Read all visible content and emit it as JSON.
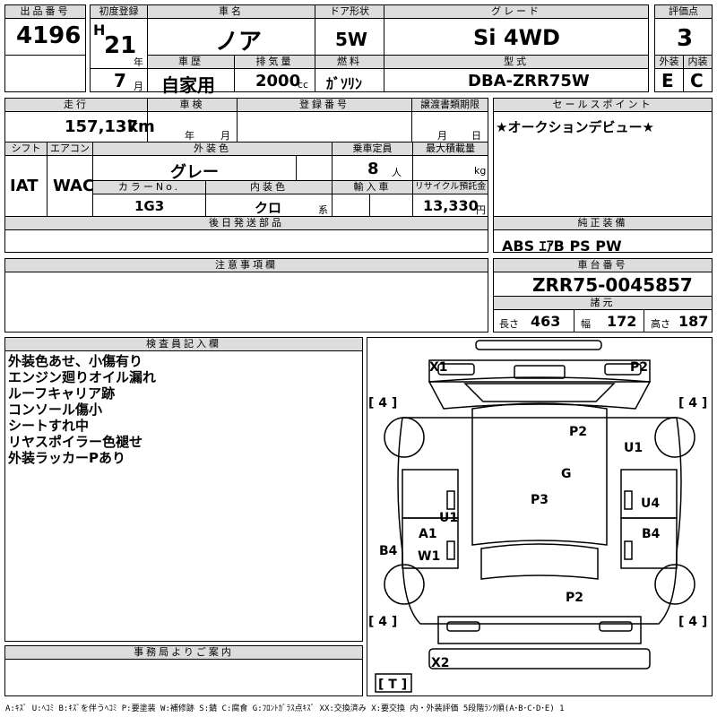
{
  "header": {
    "lot_label": "出品番号",
    "lot": "4196",
    "first_reg_label": "初度登録",
    "era": "H",
    "year": "21",
    "year_unit": "年",
    "month": "7",
    "month_unit": "月",
    "name_label": "車名",
    "name": "ノア",
    "history_label": "車歴",
    "history": "自家用",
    "displacement_label": "排気量",
    "displacement": "2000",
    "displacement_unit": "cc",
    "doors_label": "ドア形状",
    "doors": "5W",
    "fuel_label": "燃料",
    "fuel": "ｶﾞｿﾘﾝ",
    "grade_label": "グレード",
    "grade": "Si 4WD",
    "model_label": "型式",
    "model": "DBA-ZRR75W",
    "score_label": "評価点",
    "score": "3",
    "ext_label": "外装",
    "int_label": "内装",
    "ext_score": "E",
    "int_score": "C"
  },
  "row2": {
    "mileage_label": "走行",
    "mileage": "157,137",
    "mileage_unit": "km",
    "inspection_label": "車検",
    "insp_year_unit": "年",
    "insp_month_unit": "月",
    "reg_no_label": "登録番号",
    "transfer_label": "譲渡書類期限",
    "transfer_month_unit": "月",
    "transfer_day_unit": "日",
    "shift_label": "シフト",
    "shift": "IAT",
    "ac_label": "エアコン",
    "ac": "WAC",
    "exterior_color_label": "外装色",
    "exterior_color": "グレー",
    "capacity_label": "乗車定員",
    "capacity": "8",
    "capacity_unit": "人",
    "max_load_label": "最大積載量",
    "max_load_unit": "kg",
    "color_no_label": "カラーNo.",
    "color_no": "1G3",
    "interior_color_label": "内装色",
    "interior_color": "クロ",
    "interior_unit": "系",
    "import_label": "輸入車",
    "recycle_label": "リサイクル預託金",
    "recycle": "13,330",
    "recycle_unit": "円",
    "sales_point_label": "セールスポイント",
    "sales_point": "★オークションデビュー★",
    "later_parts_label": "後日発送部品",
    "equipment_label": "純正装備",
    "equipment": "ABS ｴｱB PS PW"
  },
  "notes": {
    "caution_label": "注意事項欄",
    "chassis_label": "車台番号",
    "chassis": "ZRR75-0045857",
    "dims_label": "諸元",
    "length_label": "長さ",
    "length": "463",
    "width_label": "幅",
    "width": "172",
    "height_label": "高さ",
    "height": "187",
    "inspector_label": "検査員記入欄",
    "inspector_lines": [
      "外装色あせ、小傷有り",
      "エンジン廻りオイル漏れ",
      "ルーフキャリア跡",
      "コンソール傷小",
      "シートすれ中",
      "リヤスポイラー色褪せ",
      "外装ラッカーPあり"
    ],
    "office_label": "事務局よりご案内"
  },
  "diagram": {
    "marks": [
      "X1",
      "P2",
      "P2",
      "U1",
      "G",
      "P3",
      "U1",
      "U4",
      "A1",
      "W1",
      "B4",
      "B4",
      "P2",
      "X2"
    ],
    "tire_labels": [
      "[ 4 ]",
      "[ 4 ]",
      "[ 4 ]",
      "[ 4 ]",
      "[ T ]"
    ]
  },
  "footer": {
    "legend": "A:ｷｽﾞ U:ﾍｺﾐ B:ｷｽﾞを伴うﾍｺﾐ P:要塗装 W:補修跡 S:錆 C:腐食 G:ﾌﾛﾝﾄｶﾞﾗｽ点ｷｽﾞ XX:交換済み X:要交換 内・外装評価 5段階ﾗﾝｸ順(A･B･C･D･E) 1"
  }
}
